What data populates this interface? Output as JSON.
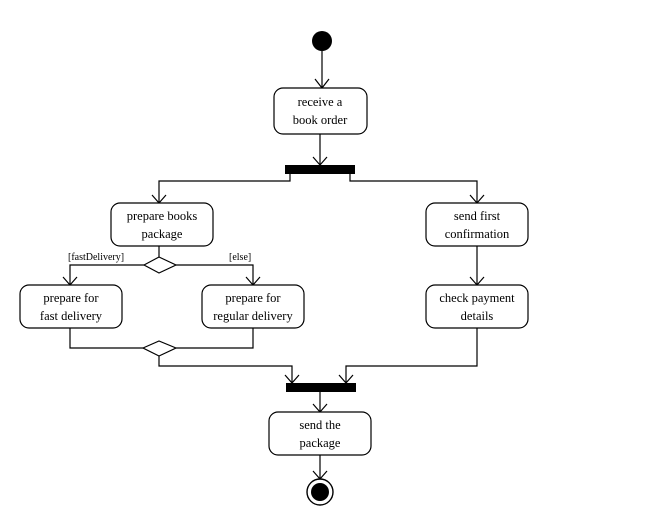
{
  "activities": {
    "receive_order": [
      "receive a",
      "book order"
    ],
    "prepare_package": [
      "prepare books",
      "package"
    ],
    "send_confirmation": [
      "send first",
      "confirmation"
    ],
    "prepare_fast": [
      "prepare for",
      "fast delivery"
    ],
    "prepare_regular": [
      "prepare for",
      "regular delivery"
    ],
    "check_payment": [
      "check payment",
      "details"
    ],
    "send_package": [
      "send the",
      "package"
    ]
  },
  "guards": {
    "fast": "[fastDelivery]",
    "else": "[else]"
  }
}
